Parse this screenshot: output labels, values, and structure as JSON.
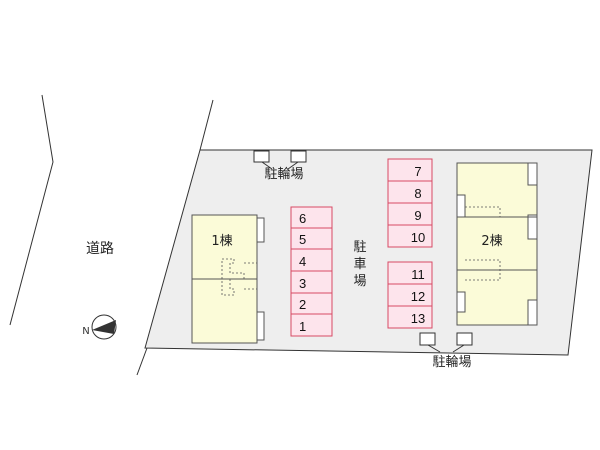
{
  "map": {
    "road_label": "道路",
    "parking_label": [
      "駐",
      "車",
      "場"
    ],
    "bike_parking_label_top": "駐輪場",
    "bike_parking_label_bottom": "駐輪場"
  },
  "buildings": [
    {
      "label": "1棟"
    },
    {
      "label": "2棟"
    }
  ],
  "parking_groups": [
    {
      "spaces": [
        "6",
        "5",
        "4",
        "3",
        "2",
        "1"
      ]
    },
    {
      "spaces": [
        "7",
        "8",
        "9",
        "10"
      ]
    },
    {
      "spaces": [
        "11",
        "12",
        "13"
      ]
    }
  ],
  "colors": {
    "lot": "#eeeeee",
    "building": "#fbfbd8",
    "parking_fill": "#fde4ec",
    "parking_stroke": "#d84a64",
    "outline": "#333333"
  },
  "icons": {
    "compass": "north-arrow-icon"
  }
}
